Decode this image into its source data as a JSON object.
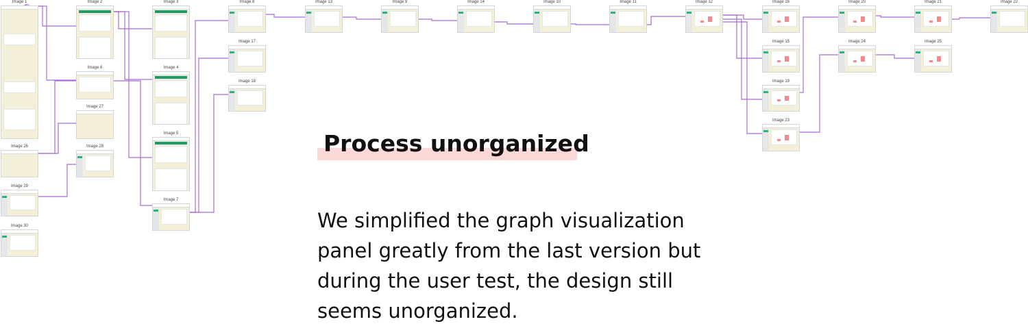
{
  "frames": [
    "Image 1",
    "Image 2",
    "Image 3",
    "Image 4",
    "Image 5",
    "Image 6",
    "Image 7",
    "Image 8",
    "Image 9",
    "Image 10",
    "Image 11",
    "Image 12",
    "Image 13",
    "Image 14",
    "Image 15",
    "Image 16",
    "Image 17",
    "Image 18",
    "Image 19",
    "Image 20",
    "Image 21",
    "Image 22",
    "Image 23",
    "Image 24",
    "Image 25",
    "Image 26",
    "Image 27",
    "Image 28",
    "Image 29",
    "Image 30"
  ],
  "heading": "Process unorganized",
  "body": "We simplified the graph visualization panel greatly from the last version but during the user test, the design still seems unorganized.",
  "colors": {
    "connector": "#a86ad8",
    "highlight": "#fbd9d9",
    "frame_bg": "#f4efd9",
    "accent": "#2bb37b",
    "bar": "#f7888e"
  }
}
